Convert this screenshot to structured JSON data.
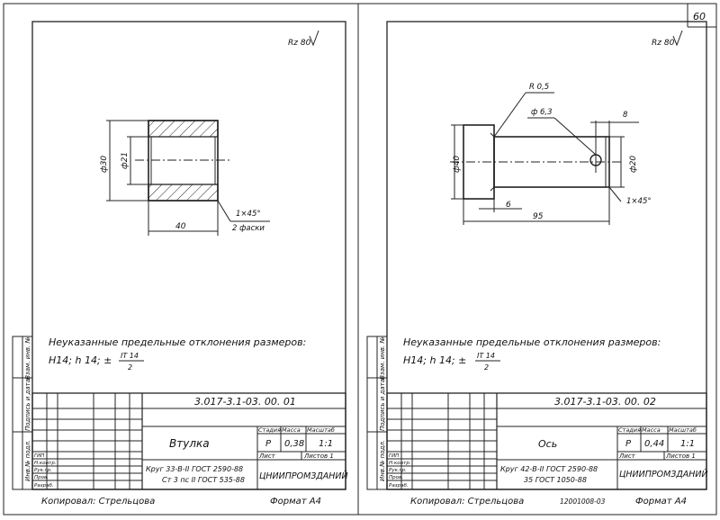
{
  "page_number": "60",
  "note_line1": "Неуказанные предельные отклонения размеров:",
  "note_line2_left": "H14;  h 14;  ±",
  "note_frac_top": "IT 14",
  "note_frac_bottom": "2",
  "side_labels": [
    "Инв.№ подл.",
    "Подпись и дата",
    "Взам. инв. №"
  ],
  "stamp_roles": [
    "ГИП",
    "Н.контр.",
    "Рук.гр.",
    "Пров.",
    "Разраб."
  ],
  "stamp_col_headers": [
    "Стадия",
    "Масса",
    "Масштаб"
  ],
  "stamp_sheet_labels": [
    "Лист",
    "Листов 1"
  ],
  "organization": "ЦНИИПРОМЗДАНИЙ",
  "copied_by": "Копировал: Стрельцова",
  "format": "Формат А4",
  "left_sheet": {
    "roughness": "Rz 80",
    "dims": {
      "d_outer": "ф30",
      "d_inner": "ф21",
      "length": "40",
      "chamfer": "1×45°",
      "chamfer_note": "2 фаски"
    },
    "designation": "3.017-3.1-03. 00. 01",
    "part_name": "Втулка",
    "stage": "Р",
    "mass": "0,38",
    "scale": "1:1",
    "material_1": "Круг  33-В-II ГОСТ 2590-88",
    "material_2": "Ст 3 пс II ГОСТ 535-88"
  },
  "right_sheet": {
    "roughness": "Rz 80",
    "dims": {
      "radius": "R 0,5",
      "hole": "ф 6,3",
      "hole_pos": "8",
      "d_head": "ф40",
      "d_shaft": "ф20",
      "head_len": "6",
      "length": "95",
      "chamfer": "1×45°"
    },
    "designation": "3.017-3.1-03. 00. 02",
    "part_name": "Ось",
    "stage": "Р",
    "mass": "0,44",
    "scale": "1:1",
    "material_1": "Круг  42-В-II ГОСТ 2590-88",
    "material_2": "35   ГОСТ 1050-88",
    "footer_code": "12001008-03"
  }
}
